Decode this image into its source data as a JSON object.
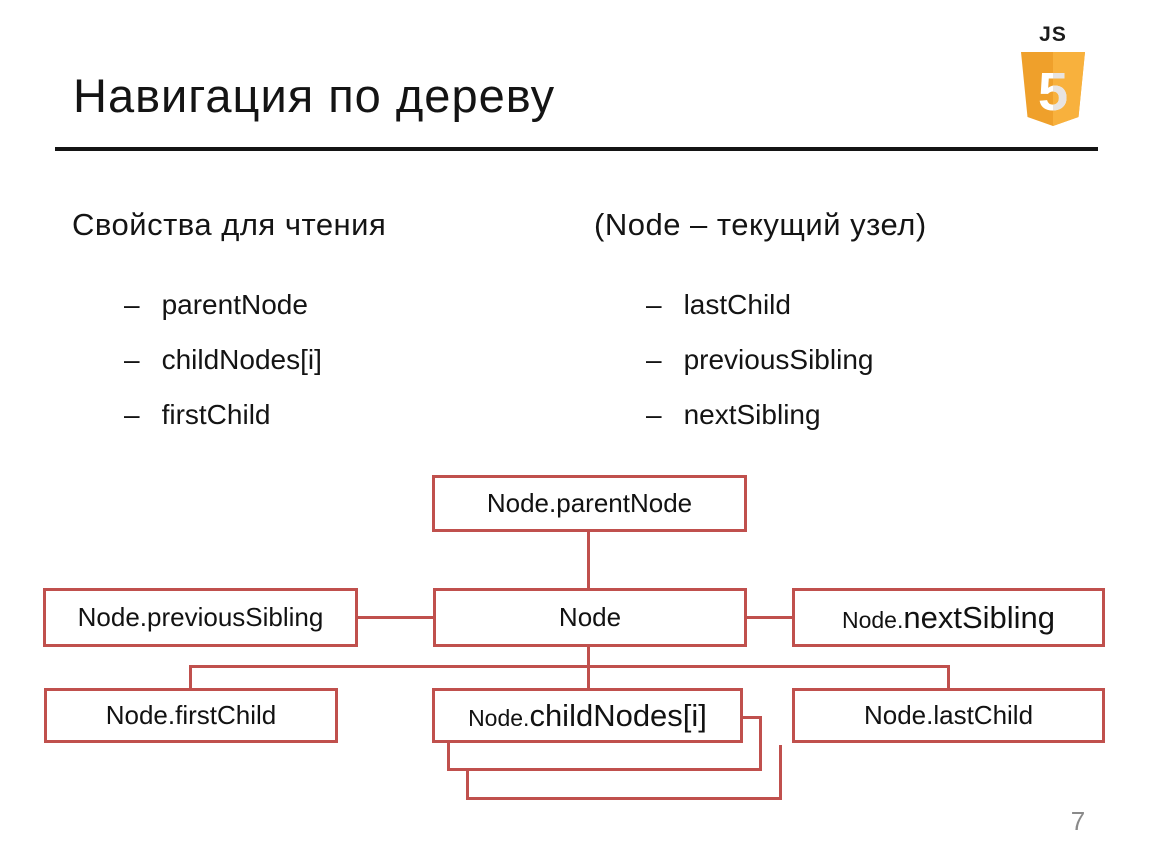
{
  "slide": {
    "title": "Навигация по дереву",
    "page_number": "7"
  },
  "logo": {
    "label": "JS",
    "shield_digit": "5",
    "colors": {
      "shield_left": "#efa02b",
      "shield_right": "#f8b13d",
      "digit_left": "#ffffff",
      "digit_right": "#e8e4e1",
      "letters": "#1b1b1b"
    }
  },
  "columns": [
    {
      "header": "Свойства для чтения",
      "bullet": "–",
      "items": [
        "parentNode",
        "childNodes[i]",
        "firstChild"
      ]
    },
    {
      "header": "(Node – текущий узел)",
      "bullet": "–",
      "items": [
        "lastChild",
        "previousSibling",
        "nextSibling"
      ]
    }
  ],
  "diagram": {
    "accent_color": "#c0504d",
    "boxes": [
      {
        "id": "parent-node",
        "prefix": "",
        "label": "Node.parentNode"
      },
      {
        "id": "previous-sibling",
        "prefix": "",
        "label": "Node.previousSibling"
      },
      {
        "id": "node",
        "prefix": "",
        "label": "Node"
      },
      {
        "id": "next-sibling",
        "prefix": "Node.",
        "label": "nextSibling"
      },
      {
        "id": "first-child",
        "prefix": "",
        "label": "Node.firstChild"
      },
      {
        "id": "child-nodes",
        "prefix": "Node.",
        "label": "childNodes[i]"
      },
      {
        "id": "last-child",
        "prefix": "",
        "label": "Node.lastChild"
      }
    ]
  }
}
